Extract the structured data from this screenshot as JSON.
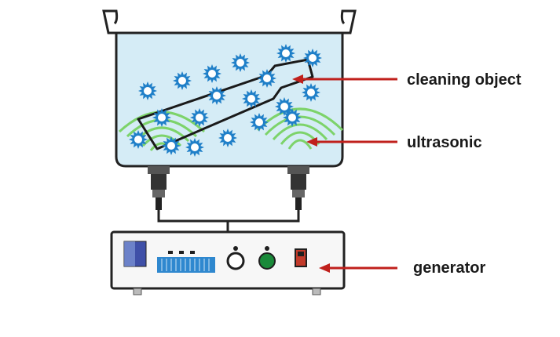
{
  "labels": {
    "cleaning_object": "cleaning object",
    "ultrasonic": "ultrasonic",
    "generator": "generator"
  },
  "colors": {
    "tank_fill": "#d5ecf6",
    "tank_outline": "#222222",
    "bubble_ring": "#1f7fc8",
    "bubble_center": "#ffffff",
    "wave": "#7dd36a",
    "arrow": "#c0201c",
    "generator_body": "#f7f7f7",
    "display": "#2f88cf",
    "indicator_dark": "#1f1f1f",
    "button_green": "#1a8a3a",
    "switch_red": "#c23a2a"
  },
  "icons": {
    "bubble": "cavitation-bubble-icon",
    "transducer": "transducer-icon",
    "switch": "power-switch-icon"
  }
}
